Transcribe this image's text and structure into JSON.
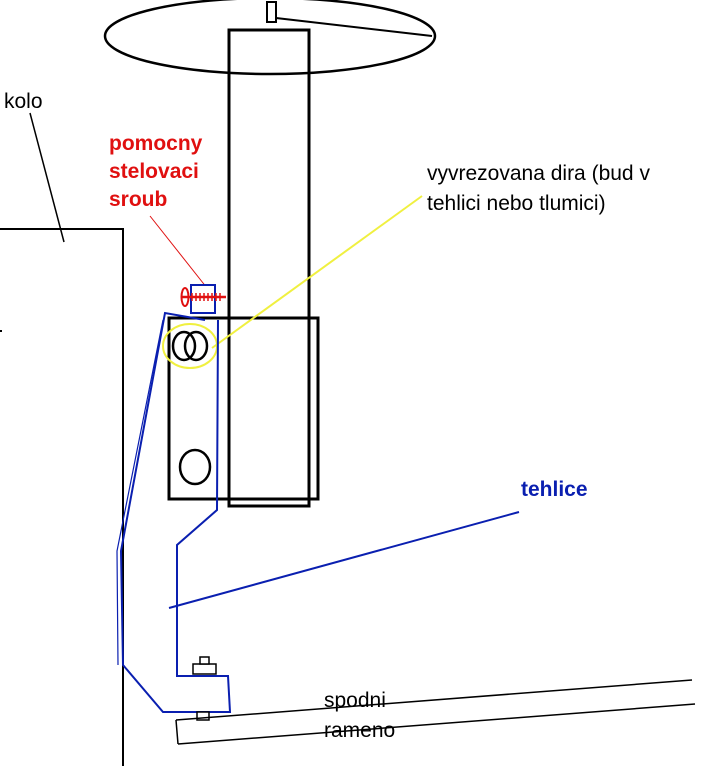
{
  "labels": {
    "wheel": "kolo",
    "adjusting_screw": [
      "pomocny",
      "stelovaci",
      "sroub"
    ],
    "cut_hole": [
      "vyvrezovana dira (bud v",
      "tehlici nebo tlumici)"
    ],
    "knuckle": "tehlice",
    "lower_arm": [
      "spodni",
      "rameno"
    ]
  },
  "colors": {
    "outline": "#000000",
    "screw": "#e01010",
    "knuckle": "#0a1fb0",
    "hole_highlight": "#f0f040"
  }
}
